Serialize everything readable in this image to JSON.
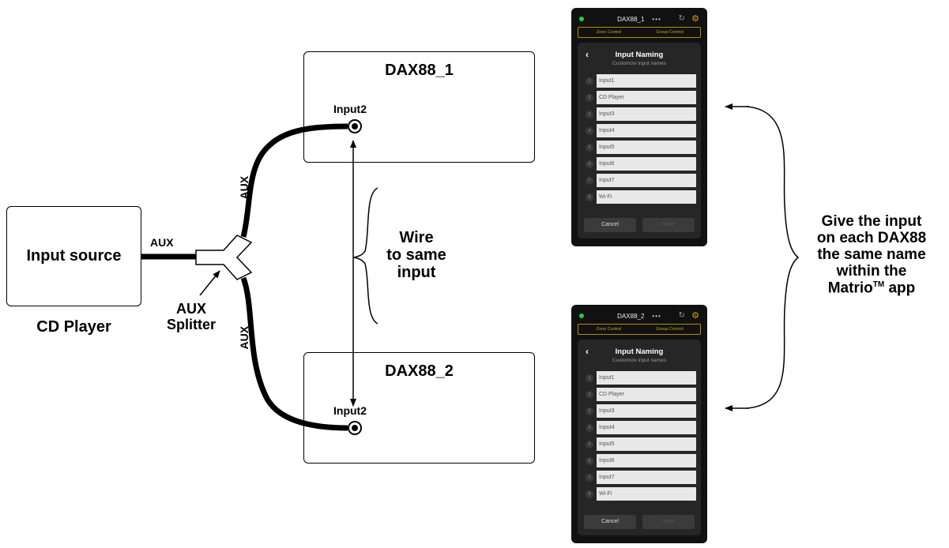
{
  "source": {
    "box_label": "Input source",
    "device_label": "CD Player"
  },
  "aux_left": "AUX",
  "aux_upper": "AUX",
  "aux_lower": "AUX",
  "splitter": {
    "line1": "AUX",
    "line2": "Splitter"
  },
  "dax1": {
    "title": "DAX88_1",
    "input": "Input2"
  },
  "dax2": {
    "title": "DAX88_2",
    "input": "Input2"
  },
  "wire_note": {
    "line1": "Wire",
    "line2": "to same",
    "line3": "input"
  },
  "give_note": {
    "line1": "Give the input",
    "line2": "on each DAX88",
    "line3": "the same name",
    "line4": "within the",
    "line5_prefix": "Matrio",
    "line5_tm": "TM",
    "line5_suffix": " app"
  },
  "phones": [
    {
      "device": "DAX88_1",
      "more": "•••",
      "tab_zone": "Zone Control",
      "tab_group": "Group Control",
      "back": "‹",
      "title": "Input Naming",
      "subtitle": "Customize input names",
      "inputs": [
        "Input1",
        "CD Player",
        "Input3",
        "Input4",
        "Input5",
        "Input6",
        "Input7",
        "Wi-Fi"
      ],
      "nums": [
        "1",
        "2",
        "3",
        "4",
        "5",
        "6",
        "7",
        "8"
      ],
      "cancel": "Cancel",
      "save": "Save"
    },
    {
      "device": "DAX88_2",
      "more": "•••",
      "tab_zone": "Zone Control",
      "tab_group": "Group Control",
      "back": "‹",
      "title": "Input Naming",
      "subtitle": "Customize input names",
      "inputs": [
        "Input1",
        "CD Player",
        "Input3",
        "Input4",
        "Input5",
        "Input6",
        "Input7",
        "Wi-Fi"
      ],
      "nums": [
        "1",
        "2",
        "3",
        "4",
        "5",
        "6",
        "7",
        "8"
      ],
      "cancel": "Cancel",
      "save": "Save"
    }
  ],
  "colors": {
    "status_dot": "#2fc84a",
    "accent": "#d9a016",
    "phone_bg": "#111111"
  }
}
